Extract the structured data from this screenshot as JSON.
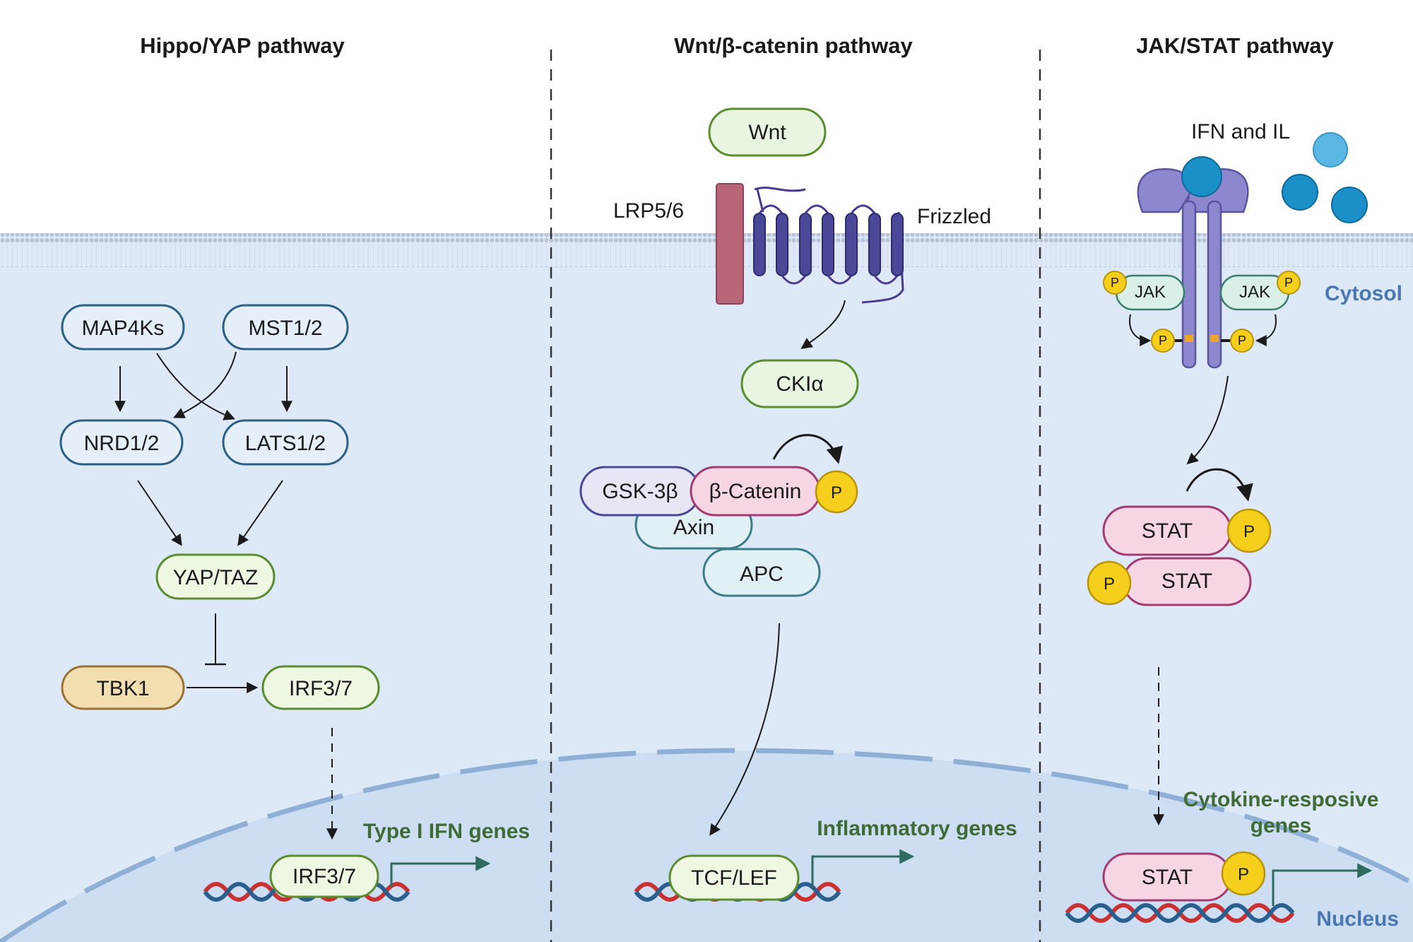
{
  "headers": {
    "hippo": "Hippo/YAP pathway",
    "wnt": "Wnt/β-catenin pathway",
    "jak": "JAK/STAT pathway"
  },
  "compartments": {
    "cytosol": "Cytosol",
    "nucleus": "Nucleus"
  },
  "hippo": {
    "map4ks": "MAP4Ks",
    "mst": "MST1/2",
    "nrd": "NRD1/2",
    "lats": "LATS1/2",
    "yap": "YAP/TAZ",
    "tbk1": "TBK1",
    "irf": "IRF3/7",
    "irf_nuclear": "IRF3/7",
    "genes": "Type I IFN genes"
  },
  "wnt": {
    "wnt": "Wnt",
    "lrp": "LRP5/6",
    "frizzled": "Frizzled",
    "ck": "CKIα",
    "gsk": "GSK-3β",
    "catenin": "β-Catenin",
    "axin": "Axin",
    "apc": "APC",
    "tcf": "TCF/LEF",
    "genes": "Inflammatory genes"
  },
  "jak": {
    "ligand": "IFN and IL",
    "jak_left": "JAK",
    "jak_right": "JAK",
    "stat_1": "STAT",
    "stat_2": "STAT",
    "stat_nuclear": "STAT",
    "genes_line1": "Cytokine-resposive",
    "genes_line2": "genes"
  },
  "phospho": "P",
  "colors": {
    "cytosol": "#dde9f7",
    "nucleus": "#cddef2",
    "membrane": "#b8c6d8",
    "phosphate": "#f5cf1c",
    "gene_text": "#3f6b36",
    "compartment_text": "#4a78b0"
  }
}
